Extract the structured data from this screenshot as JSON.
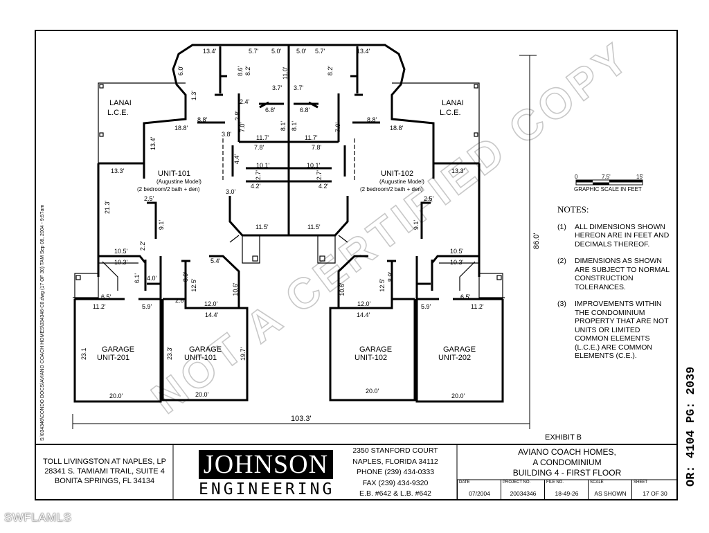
{
  "sheet": {
    "path_stamp": "S:\\034346\\CONDO DOCS\\AVIANO COACH HOMES\\034346-C0.dwg (17 OF 30) TAM Sep 08, 2004 - 9:57am",
    "exhibit": "EXHIBIT B",
    "record_stamp": "OR: 4104 PG: 2039",
    "watermark": "NOT A CERTIFIED COPY",
    "corner_watermark": "SWFLAMLS",
    "overall_width": "103.3'",
    "overall_depth": "86.0'"
  },
  "plan": {
    "lanai": [
      "LANAI",
      "L.C.E."
    ],
    "unit_101": {
      "name": "UNIT-101",
      "model": "(Augustine Model)",
      "desc": "(2 bedroom/2 bath + den)"
    },
    "unit_102": {
      "name": "UNIT-102",
      "model": "(Augustine Model)",
      "desc": "(2 bedroom/2 bath + den)"
    },
    "garages": [
      {
        "line1": "GARAGE",
        "line2": "UNIT-201"
      },
      {
        "line1": "GARAGE",
        "line2": "UNIT-101"
      },
      {
        "line1": "GARAGE",
        "line2": "UNIT-102"
      },
      {
        "line1": "GARAGE",
        "line2": "UNIT-202"
      }
    ],
    "dims": {
      "d13_4": "13.4'",
      "d5_7": "5.7'",
      "d5_0": "5.0'",
      "d11_0": "11.0'",
      "d8_6": "8.6'",
      "d8_2": "8.2'",
      "d3_7": "3.7'",
      "d6_0": "6.0'",
      "d1_3": "1.3'",
      "d2_4": "2.4'",
      "d3_0": "3.0'",
      "d6_8": "6.8'",
      "d8_8": "8.8'",
      "d18_8": "18.8'",
      "d7_0": "7.0'",
      "d2_8": "2.8'",
      "d8_1": "8.1'",
      "d3_8": "3.8'",
      "d11_7": "11.7'",
      "d7_8": "7.8'",
      "d4_4": "4.4'",
      "d10_1": "10.1'",
      "d2_7": "2.7'",
      "d4_2": "4.2'",
      "d13_3": "13.3'",
      "d21_3": "21.3'",
      "d2_5": "2.5'",
      "d9_1": "9.1'",
      "d11_5": "11.5'",
      "d10_5": "10.5'",
      "d2_2": "2.2'",
      "d10_3": "10.3'",
      "d5_4": "5.4'",
      "d6_1": "6.1'",
      "d4_0": "4.0'",
      "d10_1b": "10.1'",
      "d6_5": "6.5'",
      "d11_2": "11.2'",
      "d5_9": "5.9'",
      "d8_9": "8.9'",
      "d12_5": "12.5'",
      "d2_6": "2.6'",
      "d12_0": "12.0'",
      "d14_4": "14.4'",
      "d10_6": "10.6'",
      "d23_1": "23.1",
      "d23_3": "23.3'",
      "d19_7": "19.7'",
      "d20_0": "20.0'"
    }
  },
  "scale_bar": {
    "ticks": [
      "0",
      "7.5'",
      "15'"
    ],
    "label": "GRAPHIC SCALE IN FEET"
  },
  "notes": {
    "heading": "NOTES:",
    "items": [
      {
        "num": "(1)",
        "text": "ALL DIMENSIONS SHOWN HEREON ARE IN FEET AND DECIMALS THEREOF."
      },
      {
        "num": "(2)",
        "text": "DIMENSIONS AS SHOWN ARE SUBJECT TO NORMAL CONSTRUCTION TOLERANCES."
      },
      {
        "num": "(3)",
        "text": "IMPROVEMENTS WITHIN THE CONDOMINIUM PROPERTY THAT ARE NOT UNITS OR LIMITED COMMON ELEMENTS (L.C.E.) ARE COMMON ELEMENTS (C.E.)."
      }
    ]
  },
  "title_block": {
    "client": [
      "TOLL LIVINGSTON AT NAPLES, LP",
      "28341 S. TAMIAMI TRAIL, SUITE 4",
      "BONITA SPRINGS, FL 34134"
    ],
    "logo_top": "JOHNSON",
    "logo_bottom": "ENGINEERING",
    "address": [
      "2350 STANFORD COURT",
      "NAPLES, FLORIDA 34112",
      "PHONE (239) 434-0333",
      "FAX (239) 434-9320",
      "E.B. #642 & L.B. #642"
    ],
    "project_title": [
      "AVIANO COACH HOMES,",
      "A CONDOMINIUM",
      "BUILDING 4 - FIRST FLOOR"
    ],
    "fields": [
      {
        "key": "DATE",
        "value": "07/2004"
      },
      {
        "key": "PROJECT NO.",
        "value": "20034346"
      },
      {
        "key": "FILE NO.",
        "value": "18-49-26"
      },
      {
        "key": "SCALE",
        "value": "AS SHOWN"
      },
      {
        "key": "SHEET",
        "value": "17 OF 30"
      }
    ]
  }
}
